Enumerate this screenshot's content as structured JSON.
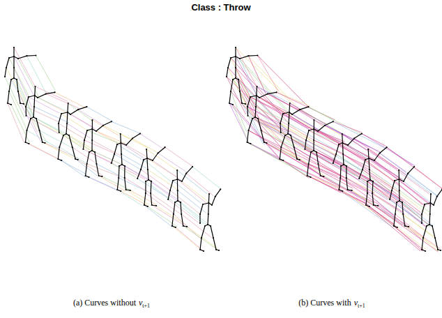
{
  "diagram": {
    "title": "Class : Throw",
    "labels": [
      "(a) Curves without",
      "v",
      "t+1",
      "(b) Curves with",
      "v",
      "t+1"
    ]
  }
}
